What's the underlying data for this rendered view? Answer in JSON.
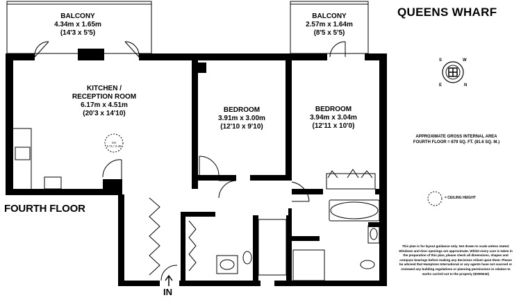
{
  "property_name": "QUEENS WHARF",
  "floor_label": "FOURTH FLOOR",
  "entrance_label": "IN",
  "rooms": [
    {
      "id": "balcony-left",
      "name": "BALCONY",
      "metric": "4.34m x 1.65m",
      "imperial": "(14'3 x 5'5)"
    },
    {
      "id": "balcony-right",
      "name": "BALCONY",
      "metric": "2.57m x 1.64m",
      "imperial": "(8'5 x 5'5)"
    },
    {
      "id": "kitchen-reception",
      "name_line1": "KITCHEN /",
      "name_line2": "RECEPTION ROOM",
      "metric": "6.17m x 4.51m",
      "imperial": "(20'3 x 14'10)"
    },
    {
      "id": "bedroom-middle",
      "name": "BEDROOM",
      "metric": "3.91m x 3.00m",
      "imperial": "(12'10 x 9'10)"
    },
    {
      "id": "bedroom-right",
      "name": "BEDROOM",
      "metric": "3.94m x 3.04m",
      "imperial": "(12'11 x 10'0)"
    }
  ],
  "ceiling_height_marker": {
    "code": "CH",
    "value": "2.71 / 2.49"
  },
  "area": {
    "line1": "APPROXIMATE GROSS INTERNAL AREA",
    "line2": "FOURTH FLOOR = 879 SQ. FT. (81.6 SQ. M.)"
  },
  "legend": {
    "ceiling_height": "= CEILING HEIGHT"
  },
  "compass": {
    "n": "N",
    "s": "S",
    "e": "E",
    "w": "W"
  },
  "disclaimer": "This plan is for layout guidance only. Not drawn to scale unless stated. Windows and door openings are approximate. Whilst every care is taken in the preparation of this plan, please check all dimensions, shapes and compass bearings before making any decisions reliant upon them. Please be advised that Hamptons International or any agents have not sourced or reviewed any building regulations or planning permissions in relation to works carried out to the property (ID906040)",
  "colors": {
    "wall": "#000000",
    "background": "#ffffff",
    "line": "#000000"
  }
}
